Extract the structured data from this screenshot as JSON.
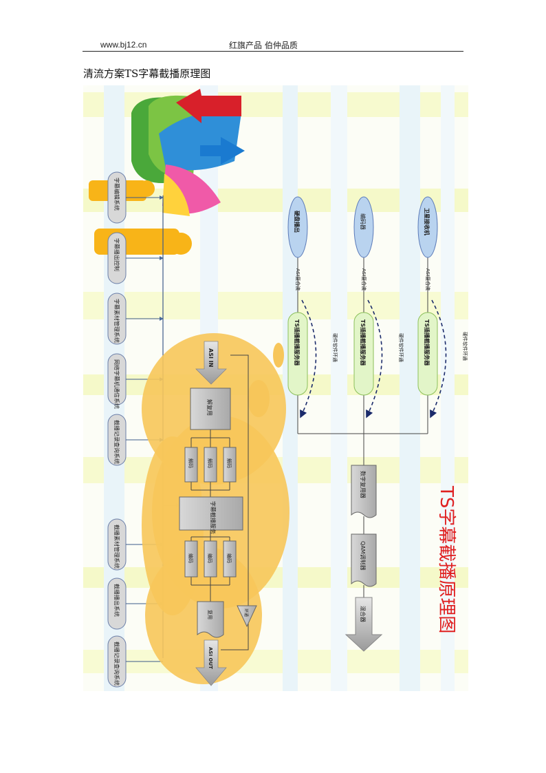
{
  "header": {
    "url": "www.bj12.cn",
    "slogan": "红旗产品 伯仲品质"
  },
  "doc_title": "清流方案TS字幕截播原理图",
  "diagram": {
    "big_title": "TS字幕截播原理图",
    "left_systems": [
      "字幕编辑系统",
      "字幕播出控制",
      "字幕素材管理系统",
      "网络字幕机通信系统",
      "截播记录查询系统",
      "截播素材管理系统",
      "截播播出系统",
      "截播记录查询系统"
    ],
    "center": {
      "asi_in": "ASI IN",
      "demux": "解复用",
      "decoders": [
        "解码",
        "解码",
        "解码"
      ],
      "service": "字幕截播服务",
      "encoders": [
        "编码",
        "编码",
        "编码"
      ],
      "mux": "复用",
      "loop": "环通",
      "asi_out": "ASI OUT"
    },
    "sources": [
      "硬盘播出",
      "编码器",
      "卫星接收机"
    ],
    "asi_label": "ASI复合流",
    "servers": [
      "TS插播截播服务器",
      "TS插播截播服务器",
      "TS插播截播服务器"
    ],
    "loop_label": "硬件软件环通",
    "chain": [
      "数字复用器",
      "QAM调制器",
      "混合器"
    ],
    "colors": {
      "cloud": "#f7c65a",
      "box": "#c0c0c0",
      "server_fill": "#e2f5c8",
      "server_stroke": "#8cc05a",
      "source_fill": "#b9d3ef",
      "title_red": "#e02020"
    }
  }
}
